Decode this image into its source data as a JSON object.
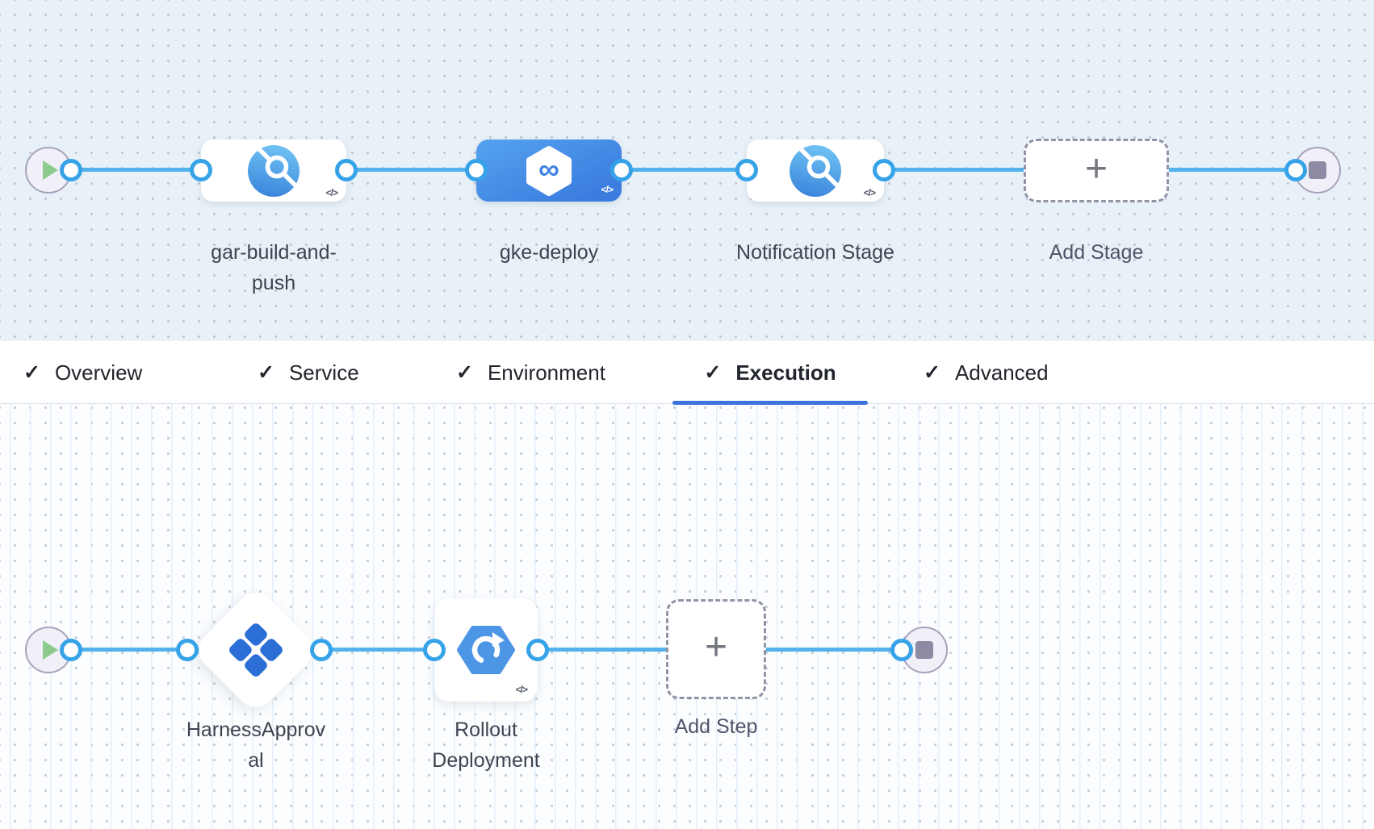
{
  "colors": {
    "accent_blue": "#3D74DC",
    "connector_blue": "#53B1EC",
    "selected_stage_gradient_start": "#55A2EF",
    "selected_stage_gradient_end": "#3B7DDF",
    "stage_icon_blue": "#3B85DC",
    "approval_icon_blue": "#2B6FD6",
    "rollout_icon_blue": "#4D96E6",
    "play_green": "#8CCB8D",
    "stop_gray": "#8C8BA3"
  },
  "icons": {
    "code_badge_glyph": "</>",
    "plus_glyph": "+",
    "check_glyph": "✓",
    "infinity_glyph": "∞"
  },
  "stage_pipeline": {
    "stages": [
      {
        "label": "gar-build-and-push",
        "icon": "custom-stage-icon",
        "selected": false
      },
      {
        "label": "gke-deploy",
        "icon": "deploy-stage-icon",
        "selected": true
      },
      {
        "label": "Notification Stage",
        "icon": "custom-stage-icon",
        "selected": false
      }
    ],
    "add_stage_label": "Add Stage"
  },
  "tab_bar": {
    "tabs": [
      {
        "label": "Overview",
        "active": false
      },
      {
        "label": "Service",
        "active": false
      },
      {
        "label": "Environment",
        "active": false
      },
      {
        "label": "Execution",
        "active": true
      },
      {
        "label": "Advanced",
        "active": false
      }
    ]
  },
  "execution_flow": {
    "steps": [
      {
        "label": "HarnessApproval",
        "icon": "approval-step-icon",
        "shape": "diamond"
      },
      {
        "label": "Rollout Deployment",
        "icon": "rollout-deployment-icon",
        "shape": "card"
      }
    ],
    "add_step_label": "Add Step"
  }
}
